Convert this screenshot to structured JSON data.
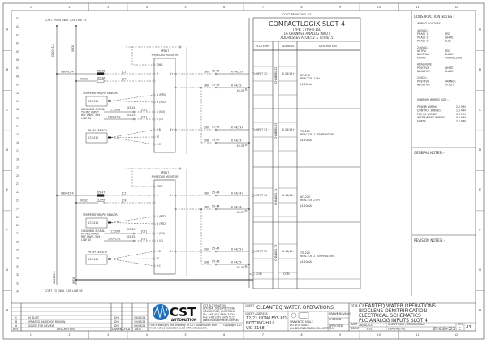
{
  "border": {
    "columns": [
      "1",
      "2",
      "3",
      "4",
      "5",
      "6",
      "7",
      "8",
      "9",
      "10",
      "11",
      "12"
    ],
    "rows": [
      "A",
      "B",
      "C",
      "D",
      "E",
      "F",
      "G",
      "H"
    ]
  },
  "line_numbers": [
    "01",
    "02",
    "03",
    "04",
    "05",
    "06",
    "07",
    "08",
    "09",
    "10",
    "11",
    "12",
    "13",
    "14",
    "15",
    "16",
    "17",
    "18",
    "19",
    "20",
    "21",
    "22",
    "23",
    "24",
    "25",
    "26",
    "27",
    "28",
    "29",
    "30",
    "31",
    "32",
    "33",
    "34"
  ],
  "left_refs": {
    "top": "CONT. FROM DWG. 524, LINE 33",
    "bottom": "CONT. TO DWG. 526, LINE 05",
    "bus_a": "CB0015-4",
    "bus_b": "0VDC",
    "bus_a_bottom": "CB0015-4",
    "bus_b_bottom": "0VDC"
  },
  "monitors": [
    {
      "title": "SPD17",
      "subtitle": "PH/REDOX MONITOR",
      "inputs": [
        {
          "wire": "CB0015-4",
          "term": "X5-35",
          "code": "[C1]",
          "pin": "+"
        },
        {
          "wire": "0VDC",
          "term": "X5-36",
          "code": "[C4]",
          "pin": "-"
        }
      ],
      "sensor1": {
        "label": "TEMPERATURE/PH SENSOR",
        "tag": "LT-5410",
        "pins": [
          "A (RTD)",
          "B (RTD)"
        ]
      },
      "cleaning": {
        "label": "CLEANING SIGNAL TO PLC INPUT REF DWG. 519 LINE 08",
        "wire1": "1.52/08",
        "term1": "X3-24",
        "code1": "[C2]",
        "wire2": "CB0015-2",
        "term2": "X3-23",
        "code2": "[C1]",
        "pins": [
          "1 (NO)",
          "1 (C)"
        ]
      },
      "sensor2": {
        "label": "PH-PH SENSOR",
        "tag": "LT-5410",
        "pins": [
          "+B",
          "-E",
          "+C"
        ]
      },
      "gnd": "GND",
      "outputs": [
        {
          "pin": "A+",
          "wire": "180",
          "term": "X5-37",
          "addr": "AI 04/12+"
        },
        {
          "pin": "-",
          "wire": "180",
          "term": "X5-38",
          "addr": "AI 04/12-",
          "jumper": "X5-50"
        },
        {
          "pin": "B+",
          "wire": "290",
          "term": "X5-39",
          "addr": "AI 04/13+"
        },
        {
          "pin": "",
          "wire": "208",
          "term": "X5-40",
          "addr": "AI 04/13-",
          "jumper": "X5-58"
        }
      ]
    },
    {
      "title": "SPD17",
      "subtitle": "PH/REDOX MONITOR",
      "inputs": [
        {
          "wire": "CB0015-4",
          "term": "X5-47",
          "code": "[C1]",
          "pin": "+"
        },
        {
          "wire": "0VDC",
          "term": "X5-48",
          "code": "[C4]",
          "pin": "-"
        }
      ],
      "sensor1": {
        "label": "TEMPERATURE/PH SENSOR",
        "tag": "LT-5410",
        "pins": [
          "A (RTD)",
          "B (RTD)"
        ]
      },
      "cleaning": {
        "label": "CLEANING SIGNAL TO PLC INPUT REF DWG. 519 LINE 10",
        "wire1": "1.52/07",
        "term1": "X3-26",
        "code1": "[C2]",
        "wire2": "CB0015-2",
        "term2": "X3-25",
        "code2": "[C1]",
        "pins": [
          "1 (NO)",
          "1 (C)"
        ]
      },
      "sensor2": {
        "label": "PH-PH SENSOR",
        "tag": "LT-5410",
        "pins": [
          "+B",
          "-E",
          "+C"
        ]
      },
      "gnd": "GND",
      "outputs": [
        {
          "pin": "A+",
          "wire": "180",
          "term": "X5-43",
          "addr": "AI 04/14+"
        },
        {
          "pin": "-",
          "wire": "180",
          "term": "X5-44",
          "addr": "AI 04/14-",
          "jumper": "X5-57"
        },
        {
          "pin": "B+",
          "wire": "290",
          "term": "X5-45",
          "addr": "AI 04/15+"
        },
        {
          "pin": "",
          "wire": "208",
          "term": "X5-46",
          "addr": "AI 04/15-",
          "jumper": "X5-58"
        }
      ]
    }
  ],
  "plc_card": {
    "cont_from": "CONT. FROM DWG. 524",
    "title": "COMPACTLOGIX SLOT 4",
    "type": "TYPE: 1769-IF16C",
    "desc": "16 CHANNEL ANALOG INPUT",
    "addresses": "ADDRESSES   AI:04/12 = AI:04/15",
    "headers": [
      "PLC TERM.",
      "ADDRESS",
      "DESCRIPTION"
    ],
    "channels": [
      {
        "channel": "CHANNEL 12",
        "term": "INPUT 12 +",
        "addr": "AI 04/12+",
        "tag": "AIT-210",
        "desc": "REACTOR 1 PH",
        "range": "(4-20mA)"
      },
      {
        "channel": "CHANNEL 13",
        "term": "INPUT 13 +",
        "addr": "AI 04/13+",
        "tag": "TIT-210",
        "desc": "REACTOR 1 TEMPERATURE",
        "range": "(4-20mA)"
      },
      {
        "channel": "CHANNEL 14",
        "term": "INPUT 14 +",
        "addr": "AI 04/14+",
        "tag": "AIT-220",
        "desc": "REACTOR 2 PH",
        "range": "(4-20mA)"
      },
      {
        "channel": "CHANNEL 15",
        "term": "INPUT 15 +",
        "addr": "AI 04/15+",
        "tag": "TIT-220",
        "desc": "REACTOR 2 TEMPERATURE",
        "range": "(4-20mA)"
      }
    ],
    "com_term": "COM",
    "com_addr": "COM"
  },
  "notes": {
    "construction_title": "CONSTRUCTION NOTES :-",
    "wiring_colours_title": "WIRING COLOURS :-",
    "groups": [
      {
        "title": "400VAC:-",
        "rows": [
          [
            "PHASE 1",
            "RED"
          ],
          [
            "PHASE 2",
            "WHITE"
          ],
          [
            "PHASE 3",
            "BLUE"
          ]
        ]
      },
      {
        "title": "240VAC:-",
        "rows": [
          [
            "ACTIVE",
            "RED"
          ],
          [
            "NEUTRAL",
            "BLACK"
          ],
          [
            "EARTH",
            "GRN/YELLOW"
          ]
        ]
      },
      {
        "title": "ANALOGUE",
        "rows": [
          [
            "POSITIVE",
            "WHITE"
          ],
          [
            "NEGATIVE",
            "BLACK"
          ]
        ]
      },
      {
        "title": "24VDC:-",
        "rows": [
          [
            "POSITIVE",
            "ORANGE"
          ],
          [
            "NEGATIVE",
            "VIOLET"
          ]
        ]
      }
    ],
    "min_wiring_title": "MINIMUM WIRING SIZE :-",
    "min_wiring": [
      [
        "POWER WIRING",
        "2.5 MM"
      ],
      [
        "CONTROL WIRING",
        "1.5 MM"
      ],
      [
        "PLC I/O WIRING",
        "0.5 MM"
      ],
      [
        "INSTRUMENT WIRING",
        "0.5 MM"
      ],
      [
        "EARTH",
        "2.5 MM"
      ]
    ],
    "general_title": "GENERAL NOTES :-",
    "revision_title": "REVISION NOTES :-"
  },
  "revisions": {
    "headers": [
      "REV",
      "DESCRIPTION",
      "DRAWN",
      "CHKD",
      "DATE"
    ],
    "rows": [
      {
        "rev": "C",
        "desc": "AS BUILT",
        "drawn": "DH",
        "chkd": "",
        "date": "28/08/24"
      },
      {
        "rev": "B",
        "desc": "UPDATED BASED ON REVIEW",
        "drawn": "DH",
        "chkd": "",
        "date": "15/08/24"
      },
      {
        "rev": "A",
        "desc": "ISSUED FOR REVIEW",
        "drawn": "DH",
        "chkd": "",
        "date": "09/08/24"
      }
    ]
  },
  "company": {
    "name": "CST",
    "sub": "AUTOMATION",
    "address": [
      "CST AUTOMATION",
      "ALTONA, 3018 VICTORIA",
      "MELBOURNE, AUSTRALIA",
      "Ph: +61 (03) 9399 5100",
      "Fax: +61 (03) 9399 5111",
      "www.cstautomation.com.au"
    ],
    "copyright": "Copyright CST",
    "disclaimer": "This drawing is the property of CST Automation and must not be copied or used without consent."
  },
  "client": {
    "project_label": "CLIENT",
    "project": "CLEANTEQ WATER OPERATIONS",
    "address_label": "CLIENT ADDRESS",
    "address": [
      "12/21 HOWLEYS RD",
      "NOTTING HILL",
      "VIC 3168"
    ],
    "notes": [
      "DRAWN TO SCALE",
      "DO NOT SCALE",
      "ALL DIMENSIONS IN MILLIMETRES"
    ],
    "drawn_label": "DRAWN",
    "drawn": "T.MCVAGH",
    "checked_label": "CHECKED",
    "checked": "-",
    "approved_label": "APPROVED",
    "approved": "-"
  },
  "title_block": {
    "label": "TITLE",
    "lines": [
      "CLEANTEQ WATER OPERATIONS",
      "BIOCLENS DENITRIFICATION",
      "ELECTRICAL SCHEMATICS",
      "PLC ANALOG INPUTS SLOT 4"
    ],
    "date_label": "DATE",
    "date": "28/08/2024",
    "scale_label": "SCALE",
    "scale": "NTS",
    "client_dwg_label": "CLIENT DWG / DRAWING No.",
    "drawing_label": "DRAWING No.",
    "drawing_no": "E1-X300-525",
    "sheet_label": "REV",
    "rev": "C",
    "size": "A3"
  }
}
